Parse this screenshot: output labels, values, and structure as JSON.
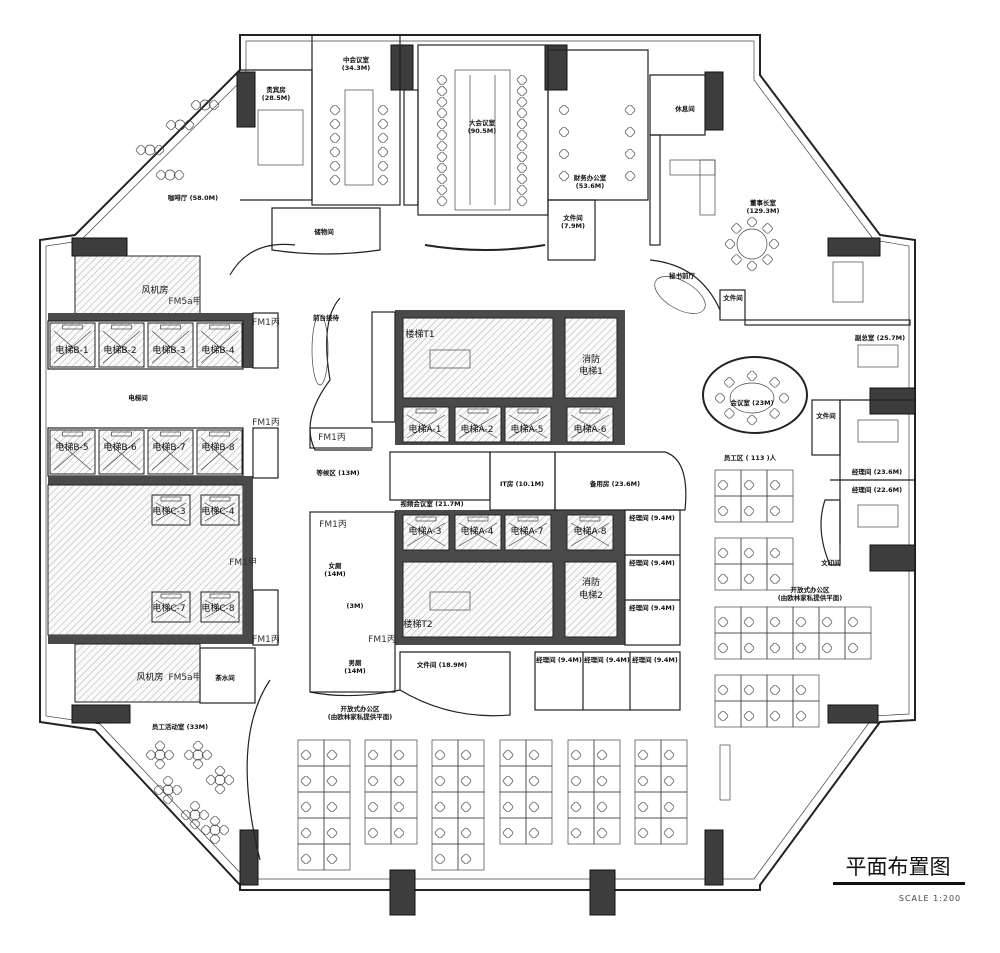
{
  "title": "平面布置图",
  "scale": "SCALE 1:200",
  "rooms": {
    "vip_room": "贵宾房",
    "vip_area": "(28.5M)",
    "mid_meeting": "中会议室",
    "mid_meeting_area": "(34.3M)",
    "big_meeting": "大会议室",
    "big_meeting_area": "(90.5M)",
    "finance": "财务办公室",
    "finance_area": "(53.6M)",
    "file_room_1": "文件间",
    "file_room_1_area": "(7.9M)",
    "rest_room": "休息间",
    "chairman": "董事长室",
    "chairman_area": "(129.3M)",
    "secretary": "秘书前厅",
    "file_room_2": "文件间",
    "storage": "储物间",
    "cafe": "咖啡厅 (58.0M)",
    "reception": "前台接待",
    "stair_t1": "楼梯T1",
    "fire_lift_1a": "消防",
    "fire_lift_1b": "电梯1",
    "waiting": "等候区 (13M)",
    "video_meeting": "视频会议室 (21.7M)",
    "it_room": "IT房 (10.1M)",
    "spare_room": "备用房 (23.6M)",
    "vice_president": "副总室 (25.7M)",
    "meeting_room": "会议室 (23M)",
    "file_room_3": "文件间",
    "staff_area": "员工区 ( 113 )人",
    "manager_1": "经理间 (23.6M)",
    "manager_2": "经理间 (22.6M)",
    "print_room": "文印间",
    "open_office_1": "开放式办公区",
    "open_office_1_note": "(由欧林家私提供平面)",
    "open_office_2": "开放式办公区",
    "open_office_2_note": "(由欧林家私提供平面)",
    "stair_t2": "楼梯T2",
    "fire_lift_2a": "消防",
    "fire_lift_2b": "电梯2",
    "manager_small": "经理间 (9.4M)",
    "file_room_4": "文件间 (18.9M)",
    "female_wc": "女厕",
    "female_wc_area": "(14M)",
    "male_wc": "男厕",
    "male_wc_area": "(14M)",
    "accessible_wc": "(3M)",
    "fan_room_1": "风机房",
    "fan_room_2": "风机房",
    "fm5a_1": "FM5a甲",
    "fm5a_2": "FM5a甲",
    "lift_lobby": "电梯间",
    "tea_room": "茶水间",
    "staff_activity": "员工活动室 (33M)",
    "fm1_bing": "FM1丙",
    "fm1_jia": "FM1甲"
  },
  "lifts": {
    "a1": "电梯A-1",
    "a2": "电梯A-2",
    "a5": "电梯A-5",
    "a6": "电梯A-6",
    "a3": "电梯A-3",
    "a4": "电梯A-4",
    "a7": "电梯A-7",
    "a8": "电梯A-8",
    "b1": "电梯B-1",
    "b2": "电梯B-2",
    "b3": "电梯B-3",
    "b4": "电梯B-4",
    "b5": "电梯B-5",
    "b6": "电梯B-6",
    "b7": "电梯B-7",
    "b8": "电梯B-8",
    "c3": "电梯C-3",
    "c4": "电梯C-4",
    "c7": "电梯C-7",
    "c8": "电梯C-8"
  },
  "colors": {
    "wall": "#222222",
    "column": "#3d3d3d",
    "background": "#ffffff"
  }
}
